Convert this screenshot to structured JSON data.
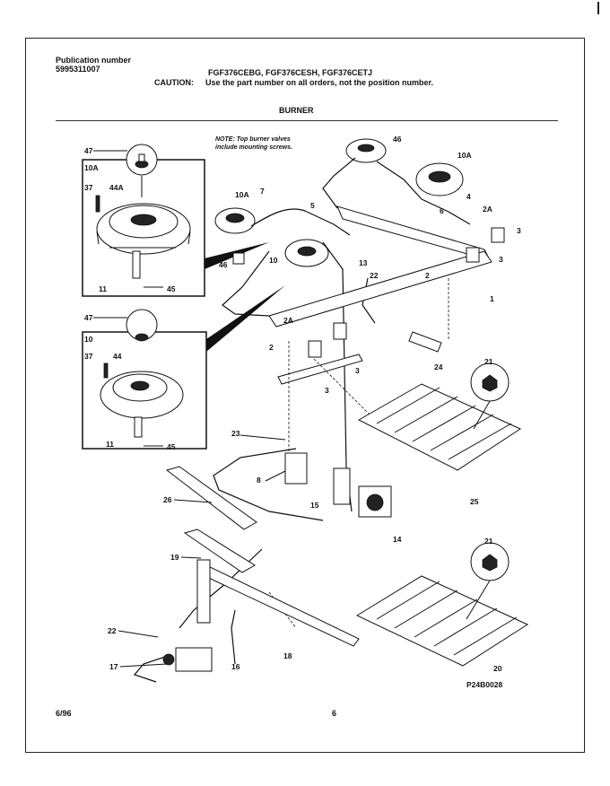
{
  "header": {
    "pub_label": "Publication number",
    "pub_number": "5995311007",
    "models": "FGF376CEBG, FGF376CESH, FGF376CETJ",
    "caution_label": "CAUTION:",
    "caution_text": "Use the part number on all orders, not the position number.",
    "section_title": "BURNER"
  },
  "note": {
    "line1": "NOTE: Top burner valves",
    "line2": "include mounting screws."
  },
  "callouts": {
    "c1": "1",
    "c2": "2",
    "c2a": "2A",
    "c3": "3",
    "c4": "4",
    "c5": "5",
    "c6": "6",
    "c7": "7",
    "c8": "8",
    "c10": "10",
    "c10a": "10A",
    "c11": "11",
    "c13": "13",
    "c14": "14",
    "c15": "15",
    "c16": "16",
    "c17": "17",
    "c18": "18",
    "c19": "19",
    "c20": "20",
    "c21": "21",
    "c22": "22",
    "c23": "23",
    "c24": "24",
    "c25": "25",
    "c26": "26",
    "c37": "37",
    "c44": "44",
    "c44a": "44A",
    "c45": "45",
    "c46": "46",
    "c47": "47"
  },
  "figure_id": "P24B0028",
  "footer": {
    "date": "6/96",
    "page": "6"
  }
}
